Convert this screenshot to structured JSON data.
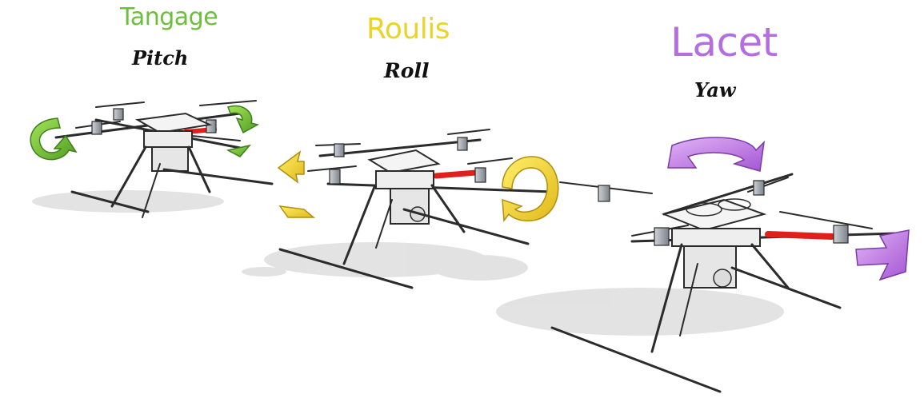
{
  "labels": {
    "pitch": {
      "fr": "Tangage",
      "en": "Pitch",
      "color": "#6cbf3b"
    },
    "roll": {
      "fr": "Roulis",
      "en": "Roll",
      "color": "#e9d42a"
    },
    "yaw": {
      "fr": "Lacet",
      "en": "Yaw",
      "color": "#b56ee0"
    }
  },
  "colors": {
    "frame": "#2b2b2b",
    "arm_highlight": "#e0201c",
    "motor": "#9aa0a8",
    "shadow": "#d6d6d6"
  },
  "icons": [
    "pitch-rotation-arrow-icon",
    "roll-rotation-arrow-icon",
    "yaw-rotation-arrow-icon",
    "quadcopter-drone-icon"
  ]
}
